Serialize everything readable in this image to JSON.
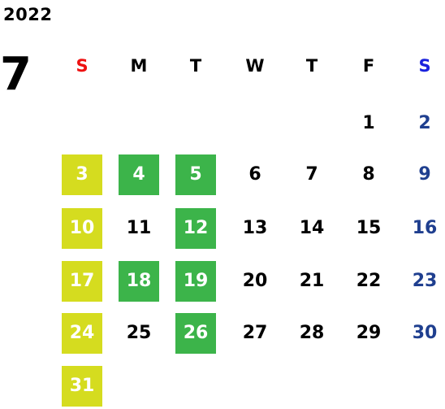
{
  "year": "2022",
  "month": "7",
  "weekdays": [
    {
      "label": "S",
      "color": "#ee1111"
    },
    {
      "label": "M",
      "color": "#000000"
    },
    {
      "label": "T",
      "color": "#000000"
    },
    {
      "label": "W",
      "color": "#000000"
    },
    {
      "label": "T",
      "color": "#000000"
    },
    {
      "label": "F",
      "color": "#000000"
    },
    {
      "label": "S",
      "color": "#1a22dd"
    }
  ],
  "first_weekday_index": 5,
  "days_in_month": 31,
  "colors": {
    "text": "#000000",
    "saturday_text": "#1f3f8f",
    "highlight_text": "#ffffff",
    "sunday_highlight": "#d5dc1f",
    "weekday_highlight": "#3cb44a"
  },
  "highlighted_days": [
    {
      "day": "3",
      "type": "sunday"
    },
    {
      "day": "4",
      "type": "weekday"
    },
    {
      "day": "5",
      "type": "weekday"
    },
    {
      "day": "10",
      "type": "sunday"
    },
    {
      "day": "12",
      "type": "weekday"
    },
    {
      "day": "17",
      "type": "sunday"
    },
    {
      "day": "18",
      "type": "weekday"
    },
    {
      "day": "19",
      "type": "weekday"
    },
    {
      "day": "24",
      "type": "sunday"
    },
    {
      "day": "26",
      "type": "weekday"
    },
    {
      "day": "31",
      "type": "sunday"
    }
  ]
}
